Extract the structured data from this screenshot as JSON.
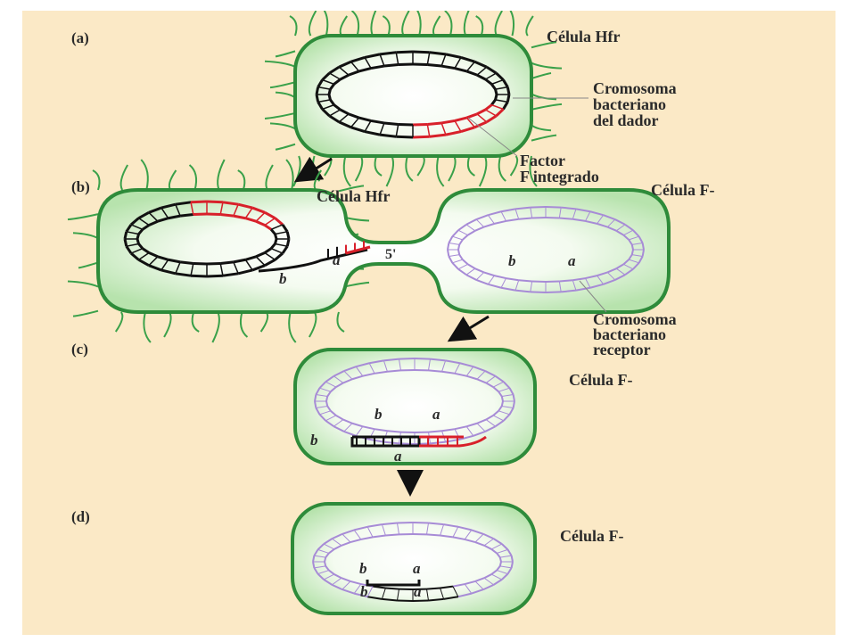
{
  "panels": {
    "a": {
      "tag": "(a)",
      "cell_label": "Célula Hfr",
      "chrom_label": [
        "Cromosoma",
        "bacteriano",
        "del dador"
      ],
      "factor_label": [
        "Factor",
        "F integrado"
      ]
    },
    "b": {
      "tag": "(b)",
      "hfr_label": "Célula Hfr",
      "fminus_label": "Célula F-",
      "five_prime": "5'",
      "gene_b": "b",
      "gene_a": "a",
      "gene_b_rec": "b",
      "gene_a_rec": "a",
      "recipient_label": [
        "Cromosoma",
        "bacteriano",
        "receptor"
      ]
    },
    "c": {
      "tag": "(c)",
      "cell_label": "Célula F-",
      "gene_b": "b",
      "gene_a": "a",
      "frag_b": "b",
      "frag_a": "a"
    },
    "d": {
      "tag": "(d)",
      "cell_label": "Célula F-",
      "gene_b_top": "b",
      "gene_a_top": "a",
      "gene_b_bottom": "b",
      "gene_a_bottom": "a"
    }
  },
  "colors": {
    "background": "#fbe9c6",
    "cell_outline": "#2e8b3a",
    "cell_fill": "#c9ebc0",
    "donor_dna": "#111111",
    "factor_f": "#d8202a",
    "recipient_dna": "#a78bd6"
  }
}
